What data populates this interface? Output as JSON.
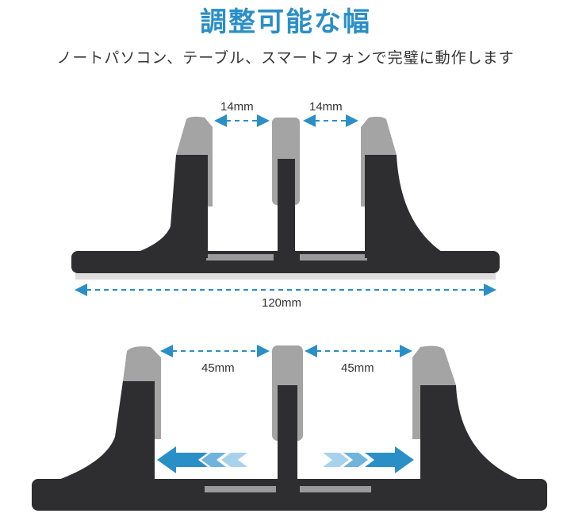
{
  "title": "調整可能な幅",
  "subtitle": "ノートパソコン、テーブル、スマートフォンで完璧に動作します",
  "top_diagram": {
    "gap_left": "14mm",
    "gap_right": "14mm",
    "total_width": "120mm"
  },
  "bottom_diagram": {
    "gap_left": "45mm",
    "gap_right": "45mm"
  },
  "colors": {
    "accent": "#2a8fc7",
    "body": "#2e2e30",
    "grip": "#a4a4a4"
  }
}
